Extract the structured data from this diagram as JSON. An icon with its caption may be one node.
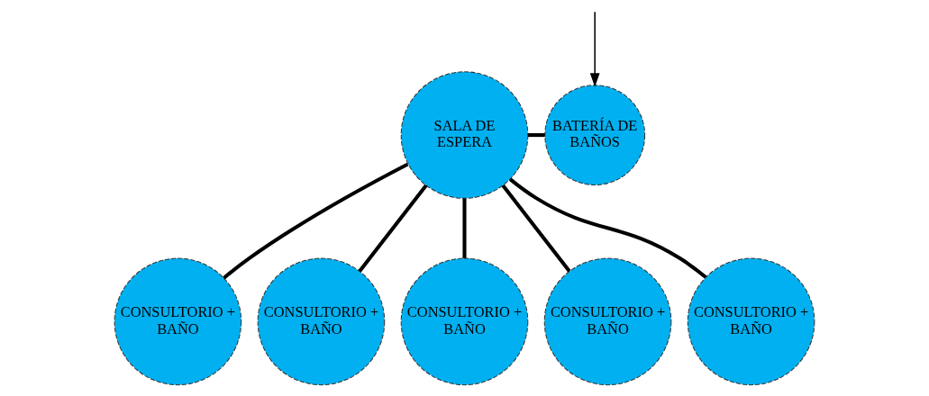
{
  "diagram": {
    "nodes": [
      {
        "text": [
          "SALA DE ESPERA"
        ]
      },
      {
        "text": [
          "BATERÍA DE BAÑOS"
        ]
      },
      {
        "text": [
          "CONSULTORIO + BAÑO"
        ]
      },
      {
        "text": [
          "CONSULTORIO + BAÑO"
        ]
      },
      {
        "text": [
          "CONSULTORIO + BAÑO"
        ]
      },
      {
        "text": [
          "CONSULTORIO + BAÑO"
        ]
      },
      {
        "text": [
          "CONSULTORIO + BAÑO"
        ]
      }
    ],
    "edges": [
      {
        "from": 0,
        "to": 1,
        "arrow": "none"
      },
      {
        "from": 0,
        "to": 2,
        "arrow": "none"
      },
      {
        "from": 0,
        "to": 3,
        "arrow": "none"
      },
      {
        "from": 0,
        "to": 4,
        "arrow": "none"
      },
      {
        "from": 0,
        "to": 5,
        "arrow": "none"
      },
      {
        "from": 0,
        "to": 6,
        "arrow": "none"
      },
      {
        "from": null,
        "to": 1,
        "arrow": "to"
      }
    ]
  }
}
